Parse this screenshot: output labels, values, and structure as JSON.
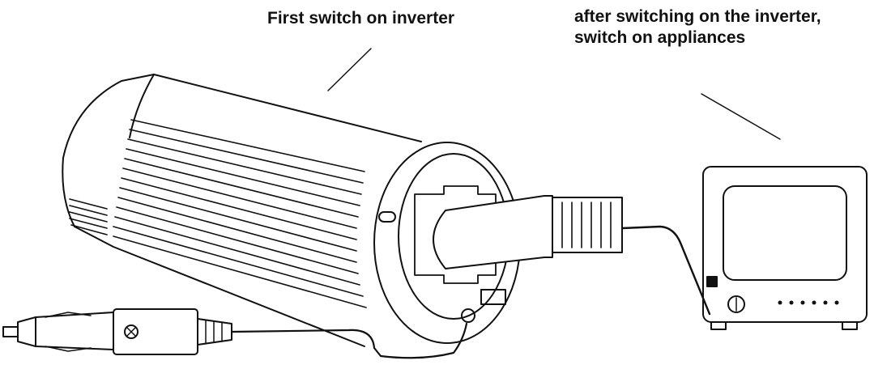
{
  "captions": {
    "inverter_step": "First switch on inverter",
    "appliance_step_line1": "after switching on the inverter,",
    "appliance_step_line2": "switch on appliances"
  },
  "colors": {
    "ink": "#111111",
    "background": "#ffffff"
  },
  "icons": {
    "inverter": "power-inverter-illustration",
    "appliance": "tv-set-illustration",
    "plug": "cigarette-lighter-plug-illustration"
  }
}
